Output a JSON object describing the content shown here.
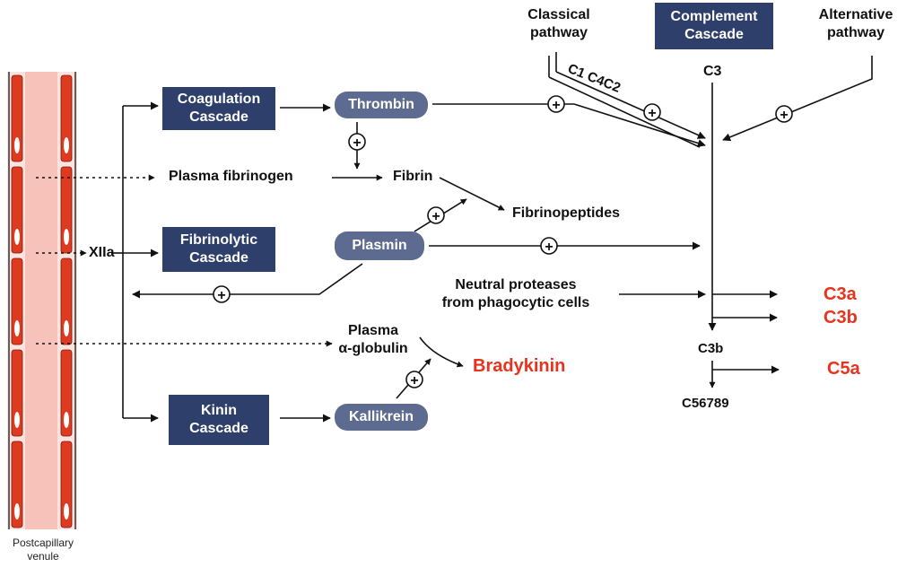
{
  "boxes": {
    "coagulation": "Coagulation\nCascade",
    "fibrinolytic": "Fibrinolytic\nCascade",
    "kinin": "Kinin\nCascade",
    "complement": "Complement\nCascade"
  },
  "enzymes": {
    "thrombin": "Thrombin",
    "plasmin": "Plasmin",
    "kallikrein": "Kallikrein"
  },
  "labels": {
    "classical": "Classical\npathway",
    "alternative": "Alternative\npathway",
    "c3": "C3",
    "c1c4c2": "C1 C4C2",
    "xiia": "XIIa",
    "plasma_fibrinogen": "Plasma fibrinogen",
    "fibrin": "Fibrin",
    "fibrinopeptides": "Fibrinopeptides",
    "neutral_proteases": "Neutral proteases\nfrom phagocytic cells",
    "plasma_globulin": "Plasma\nα-globulin",
    "c3b": "C3b",
    "c56789": "C56789",
    "venule": "Postcapillary\nvenule"
  },
  "products": {
    "c3a": "C3a",
    "c3b": "C3b",
    "c5a": "C5a",
    "bradykinin": "Bradykinin"
  },
  "plus_symbol": "+",
  "colors": {
    "box_fill": "#2e3f6b",
    "pill_fill": "#5d6b90",
    "product_red": "#e8331e",
    "vessel_pink": "#f4b6ae",
    "cell_red": "#dd3a1f"
  }
}
